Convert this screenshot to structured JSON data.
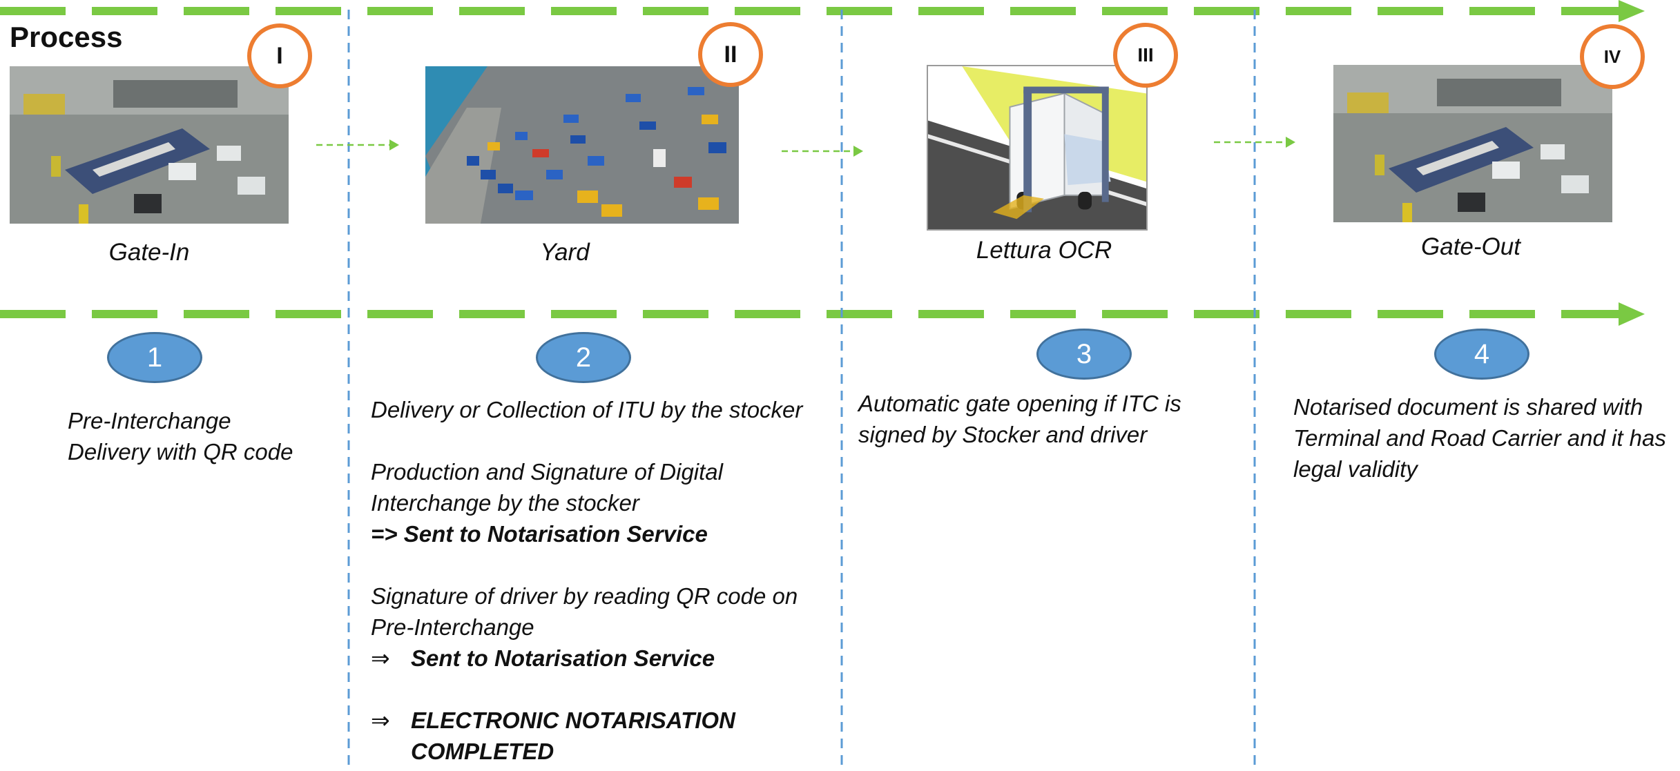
{
  "title": "Process",
  "colors": {
    "dash": "#7ac943",
    "divider": "#5b9bd5",
    "ring": "#ed7d31",
    "step_fill": "#5b9bd5"
  },
  "stages": [
    {
      "roman": "I",
      "caption": "Gate-In",
      "image": "gate-camera-photo"
    },
    {
      "roman": "II",
      "caption": "Yard",
      "image": "container-yard-photo"
    },
    {
      "roman": "III",
      "caption": "Lettura OCR",
      "image": "ocr-truck-illustration"
    },
    {
      "roman": "IV",
      "caption": "Gate-Out",
      "image": "gate-camera-photo"
    }
  ],
  "steps": [
    {
      "number": "1",
      "lines": [
        "Pre-Interchange",
        "Delivery with QR code"
      ]
    },
    {
      "number": "2",
      "p1": "Delivery or Collection of ITU by the stocker",
      "p2a": "Production and Signature of Digital",
      "p2b": "Interchange by the stocker",
      "p2c": "=> Sent to Notarisation Service",
      "p3a": "Signature of driver by reading QR code on",
      "p3b": "Pre-Interchange",
      "arrow": "⇒",
      "p3c": "Sent to Notarisation Service",
      "p4a": "ELECTRONIC NOTARISATION",
      "p4b": "COMPLETED"
    },
    {
      "number": "3",
      "lines": [
        "Automatic gate opening if ITC is",
        "signed by Stocker and driver"
      ]
    },
    {
      "number": "4",
      "lines": [
        "Notarised document is shared with",
        "Terminal and Road Carrier and it has",
        "legal validity"
      ]
    }
  ]
}
